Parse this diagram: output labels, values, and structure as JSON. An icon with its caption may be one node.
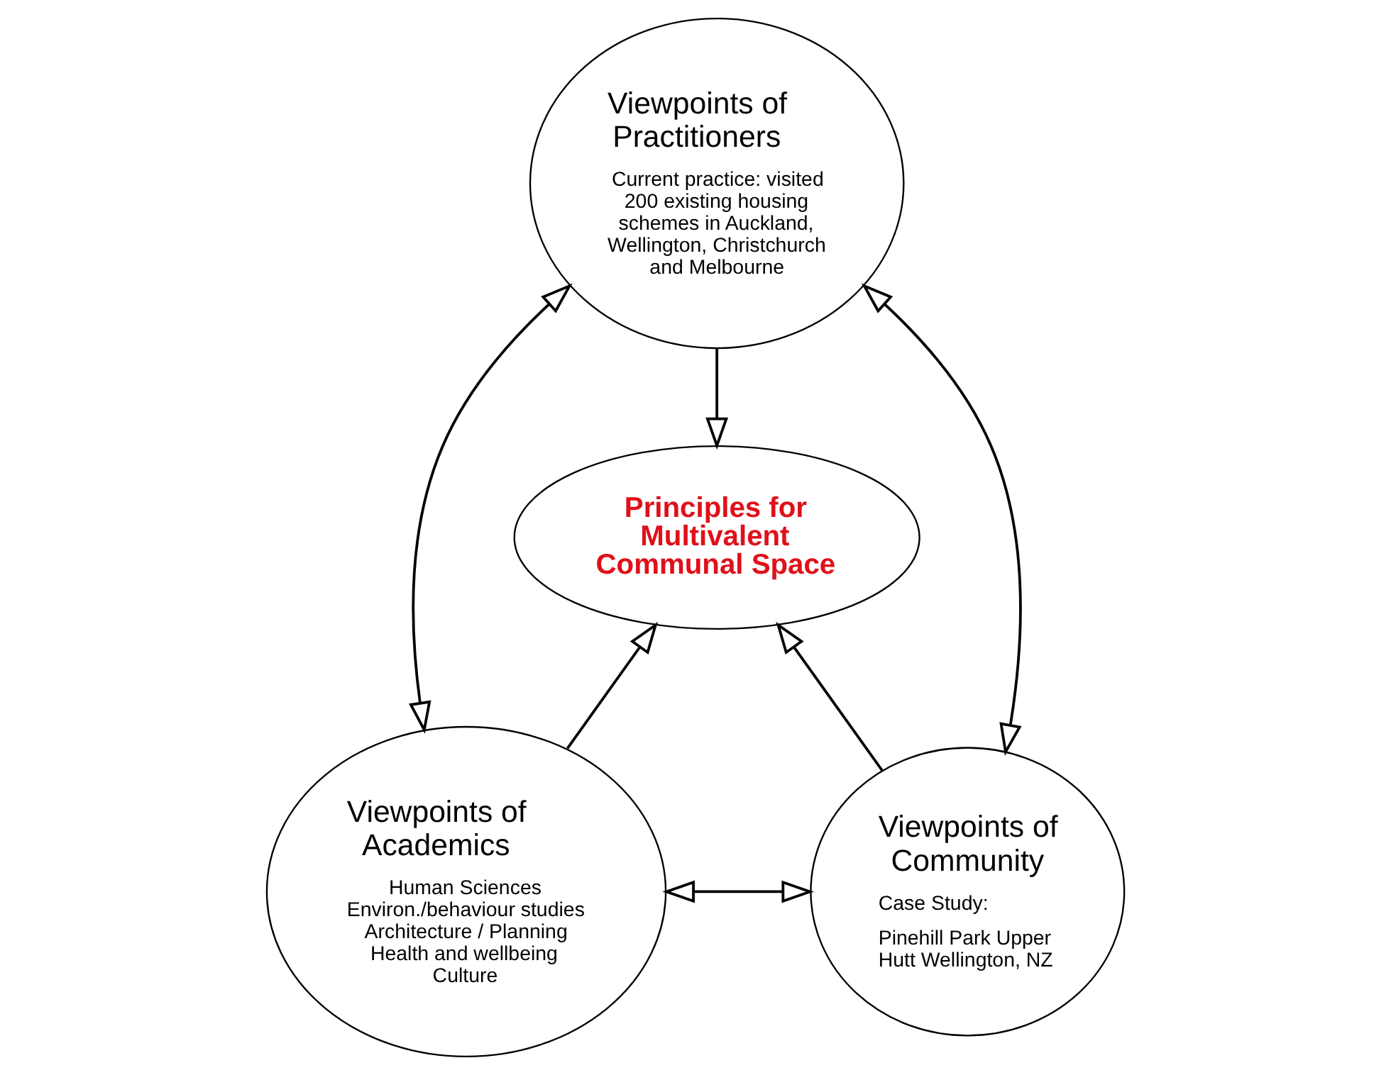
{
  "diagram": {
    "nodes": [
      {
        "text": [
          "Viewpoints of Practitioners",
          "Current practice: visited 200 existing housing schemes in Auckland, Wellington, Christchurch and Melbourne"
        ]
      },
      {
        "text": [
          "Principles for Multivalent Communal Space"
        ]
      },
      {
        "text": [
          "Viewpoints of Academics",
          "Human Sciences Environ./behaviour studies Architecture / Planning Health and wellbeing Culture"
        ]
      },
      {
        "text": [
          "Viewpoints of Community",
          "Case Study:",
          "Pinehill Park Upper Hutt Wellington, NZ"
        ]
      }
    ],
    "edges": [
      {
        "from": 0,
        "to": 1,
        "arrow": "to"
      },
      {
        "from": 0,
        "to": 2,
        "arrow": "both"
      },
      {
        "from": 0,
        "to": 3,
        "arrow": "both"
      },
      {
        "from": 2,
        "to": 1,
        "arrow": "to"
      },
      {
        "from": 3,
        "to": 1,
        "arrow": "to"
      },
      {
        "from": 2,
        "to": 3,
        "arrow": "both"
      }
    ]
  }
}
